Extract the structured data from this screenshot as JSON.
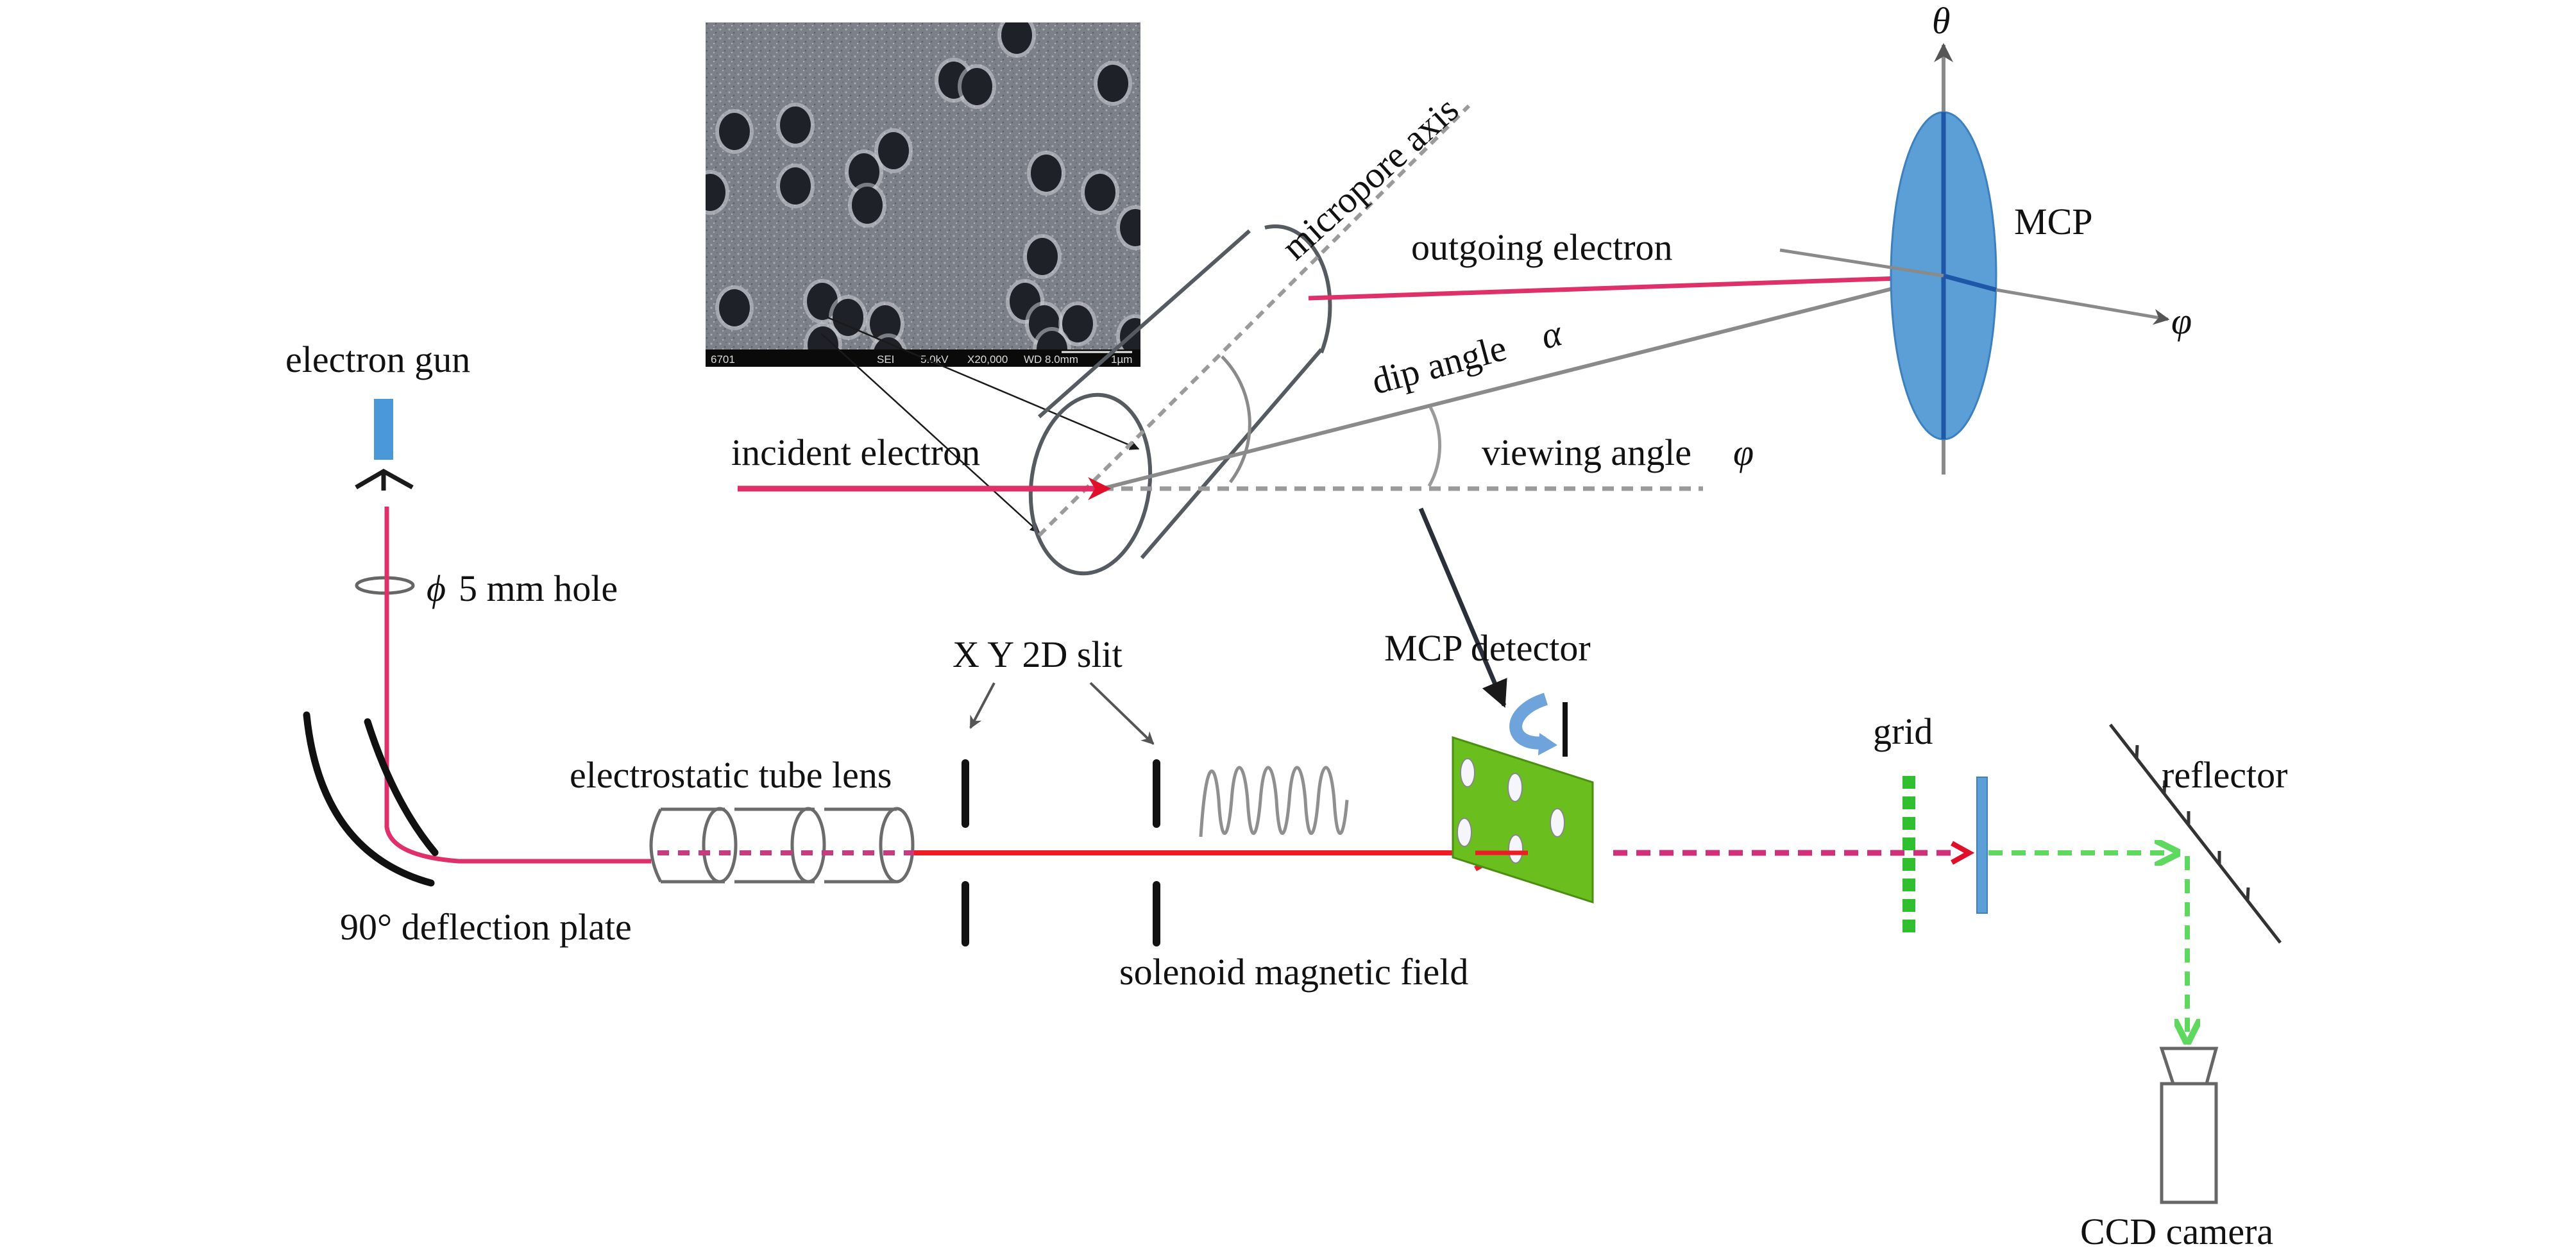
{
  "figure": {
    "title": "Micropore electron transmission measurement setup",
    "colors": {
      "electron_beam": "#e0306a",
      "beam_red": "#ee1c24",
      "mcp_blue": "#5b9fd6",
      "mcp_blue_dark": "#1f57a8",
      "detector_green": "#6abf1e",
      "grid_green": "#2fbf2f",
      "light_green": "#5fd85f",
      "gun_blue": "#4a98d8",
      "line_gray": "#8a8a8a",
      "dark": "#1a1a1a"
    }
  },
  "labels": {
    "electron_gun": "electron gun",
    "hole": "5 mm hole",
    "hole_symbol": "ϕ",
    "deflection_plate": "90° deflection plate",
    "tube_lens": "electrostatic tube lens",
    "slit": "X Y 2D slit",
    "solenoid": "solenoid magnetic field",
    "mcp_detector": "MCP detector",
    "grid": "grid",
    "reflector": "reflector",
    "ccd_camera": "CCD camera",
    "incident_electron": "incident electron",
    "outgoing_electron": "outgoing electron",
    "micropore_axis": "micropore axis",
    "dip_angle": "dip angle",
    "dip_symbol": "α",
    "viewing_angle": "viewing angle",
    "viewing_symbol": "φ",
    "mcp": "MCP",
    "theta_axis": "θ",
    "phi_axis": "φ"
  },
  "sem_inset": {
    "id_label": "6701",
    "mode": "SEI",
    "voltage": "5.0kV",
    "magnification": "X20,000",
    "working_distance": "WD 8.0mm",
    "scale": "1µm"
  }
}
